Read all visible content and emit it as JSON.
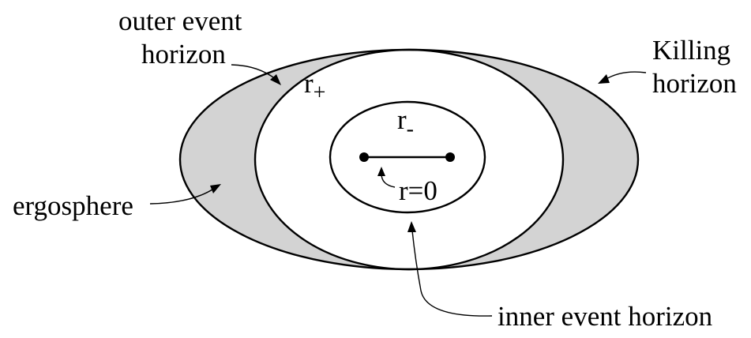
{
  "colors": {
    "ergosphere_fill": "#d3d3d3",
    "line": "#000000",
    "background": "#ffffff"
  },
  "labels": {
    "outer_event_horizon_line1": "outer event",
    "outer_event_horizon_line2": "horizon",
    "killing_horizon_line1": "Killing",
    "killing_horizon_line2": "horizon",
    "r_plus_base": "r",
    "r_plus_sub": "+",
    "r_minus_base": "r",
    "r_minus_sub": "-",
    "r_zero": "r=0",
    "ergosphere": "ergosphere",
    "inner_event_horizon": "inner event horizon"
  }
}
